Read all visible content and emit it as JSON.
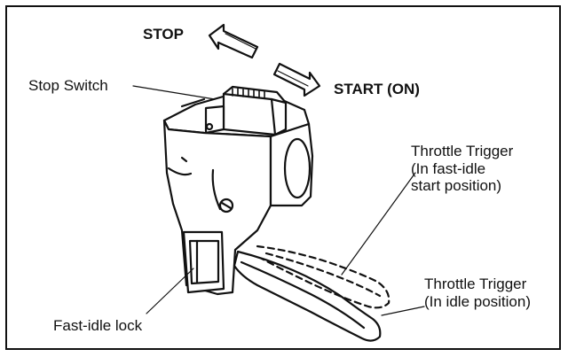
{
  "labels": {
    "stop": "STOP",
    "start_on": "START (ON)",
    "stop_switch": "Stop Switch",
    "throttle_fast_idle": "Throttle Trigger\n(In fast-idle\nstart position)",
    "throttle_idle": "Throttle Trigger\n(In idle position)",
    "fast_idle_lock": "Fast-idle lock"
  }
}
